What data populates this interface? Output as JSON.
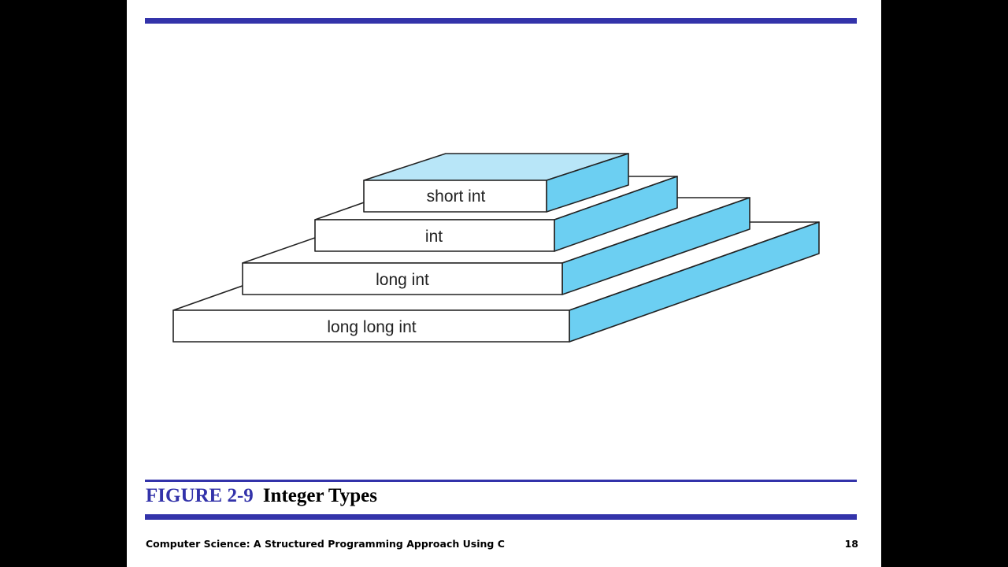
{
  "colors": {
    "accent": "#3333aa",
    "side_face": "#6ccff2",
    "top_face_highlight": "#b8e6f8",
    "outline": "#222222"
  },
  "diagram": {
    "layers": [
      {
        "label": "long long int"
      },
      {
        "label": "long int"
      },
      {
        "label": "int"
      },
      {
        "label": "short int"
      }
    ]
  },
  "caption": {
    "figure_label": "FIGURE 2-9",
    "title": "Integer Types"
  },
  "footer": {
    "text": "Computer Science: A Structured Programming Approach Using C",
    "page_number": "18"
  }
}
